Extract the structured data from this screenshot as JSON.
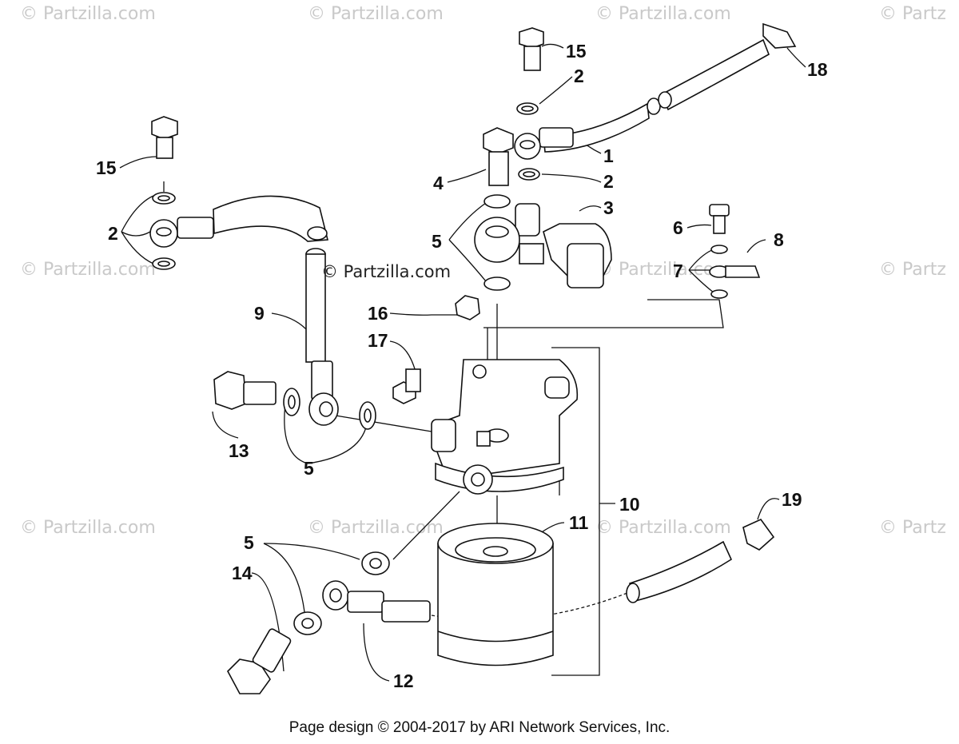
{
  "watermark": {
    "text": "© Partzilla.com",
    "center_text": "© Partzilla.com",
    "cut_text": "© Partz"
  },
  "callouts": {
    "c1": "1",
    "c2a": "2",
    "c2b": "2",
    "c2c": "2",
    "c3": "3",
    "c4": "4",
    "c5a": "5",
    "c5b": "5",
    "c5c": "5",
    "c6": "6",
    "c7": "7",
    "c8": "8",
    "c9": "9",
    "c10": "10",
    "c11": "11",
    "c12": "12",
    "c13": "13",
    "c14": "14",
    "c15a": "15",
    "c15b": "15",
    "c16": "16",
    "c17": "17",
    "c18": "18",
    "c19": "19"
  },
  "footer": {
    "text": "Page design © 2004-2017 by ARI Network Services, Inc."
  }
}
